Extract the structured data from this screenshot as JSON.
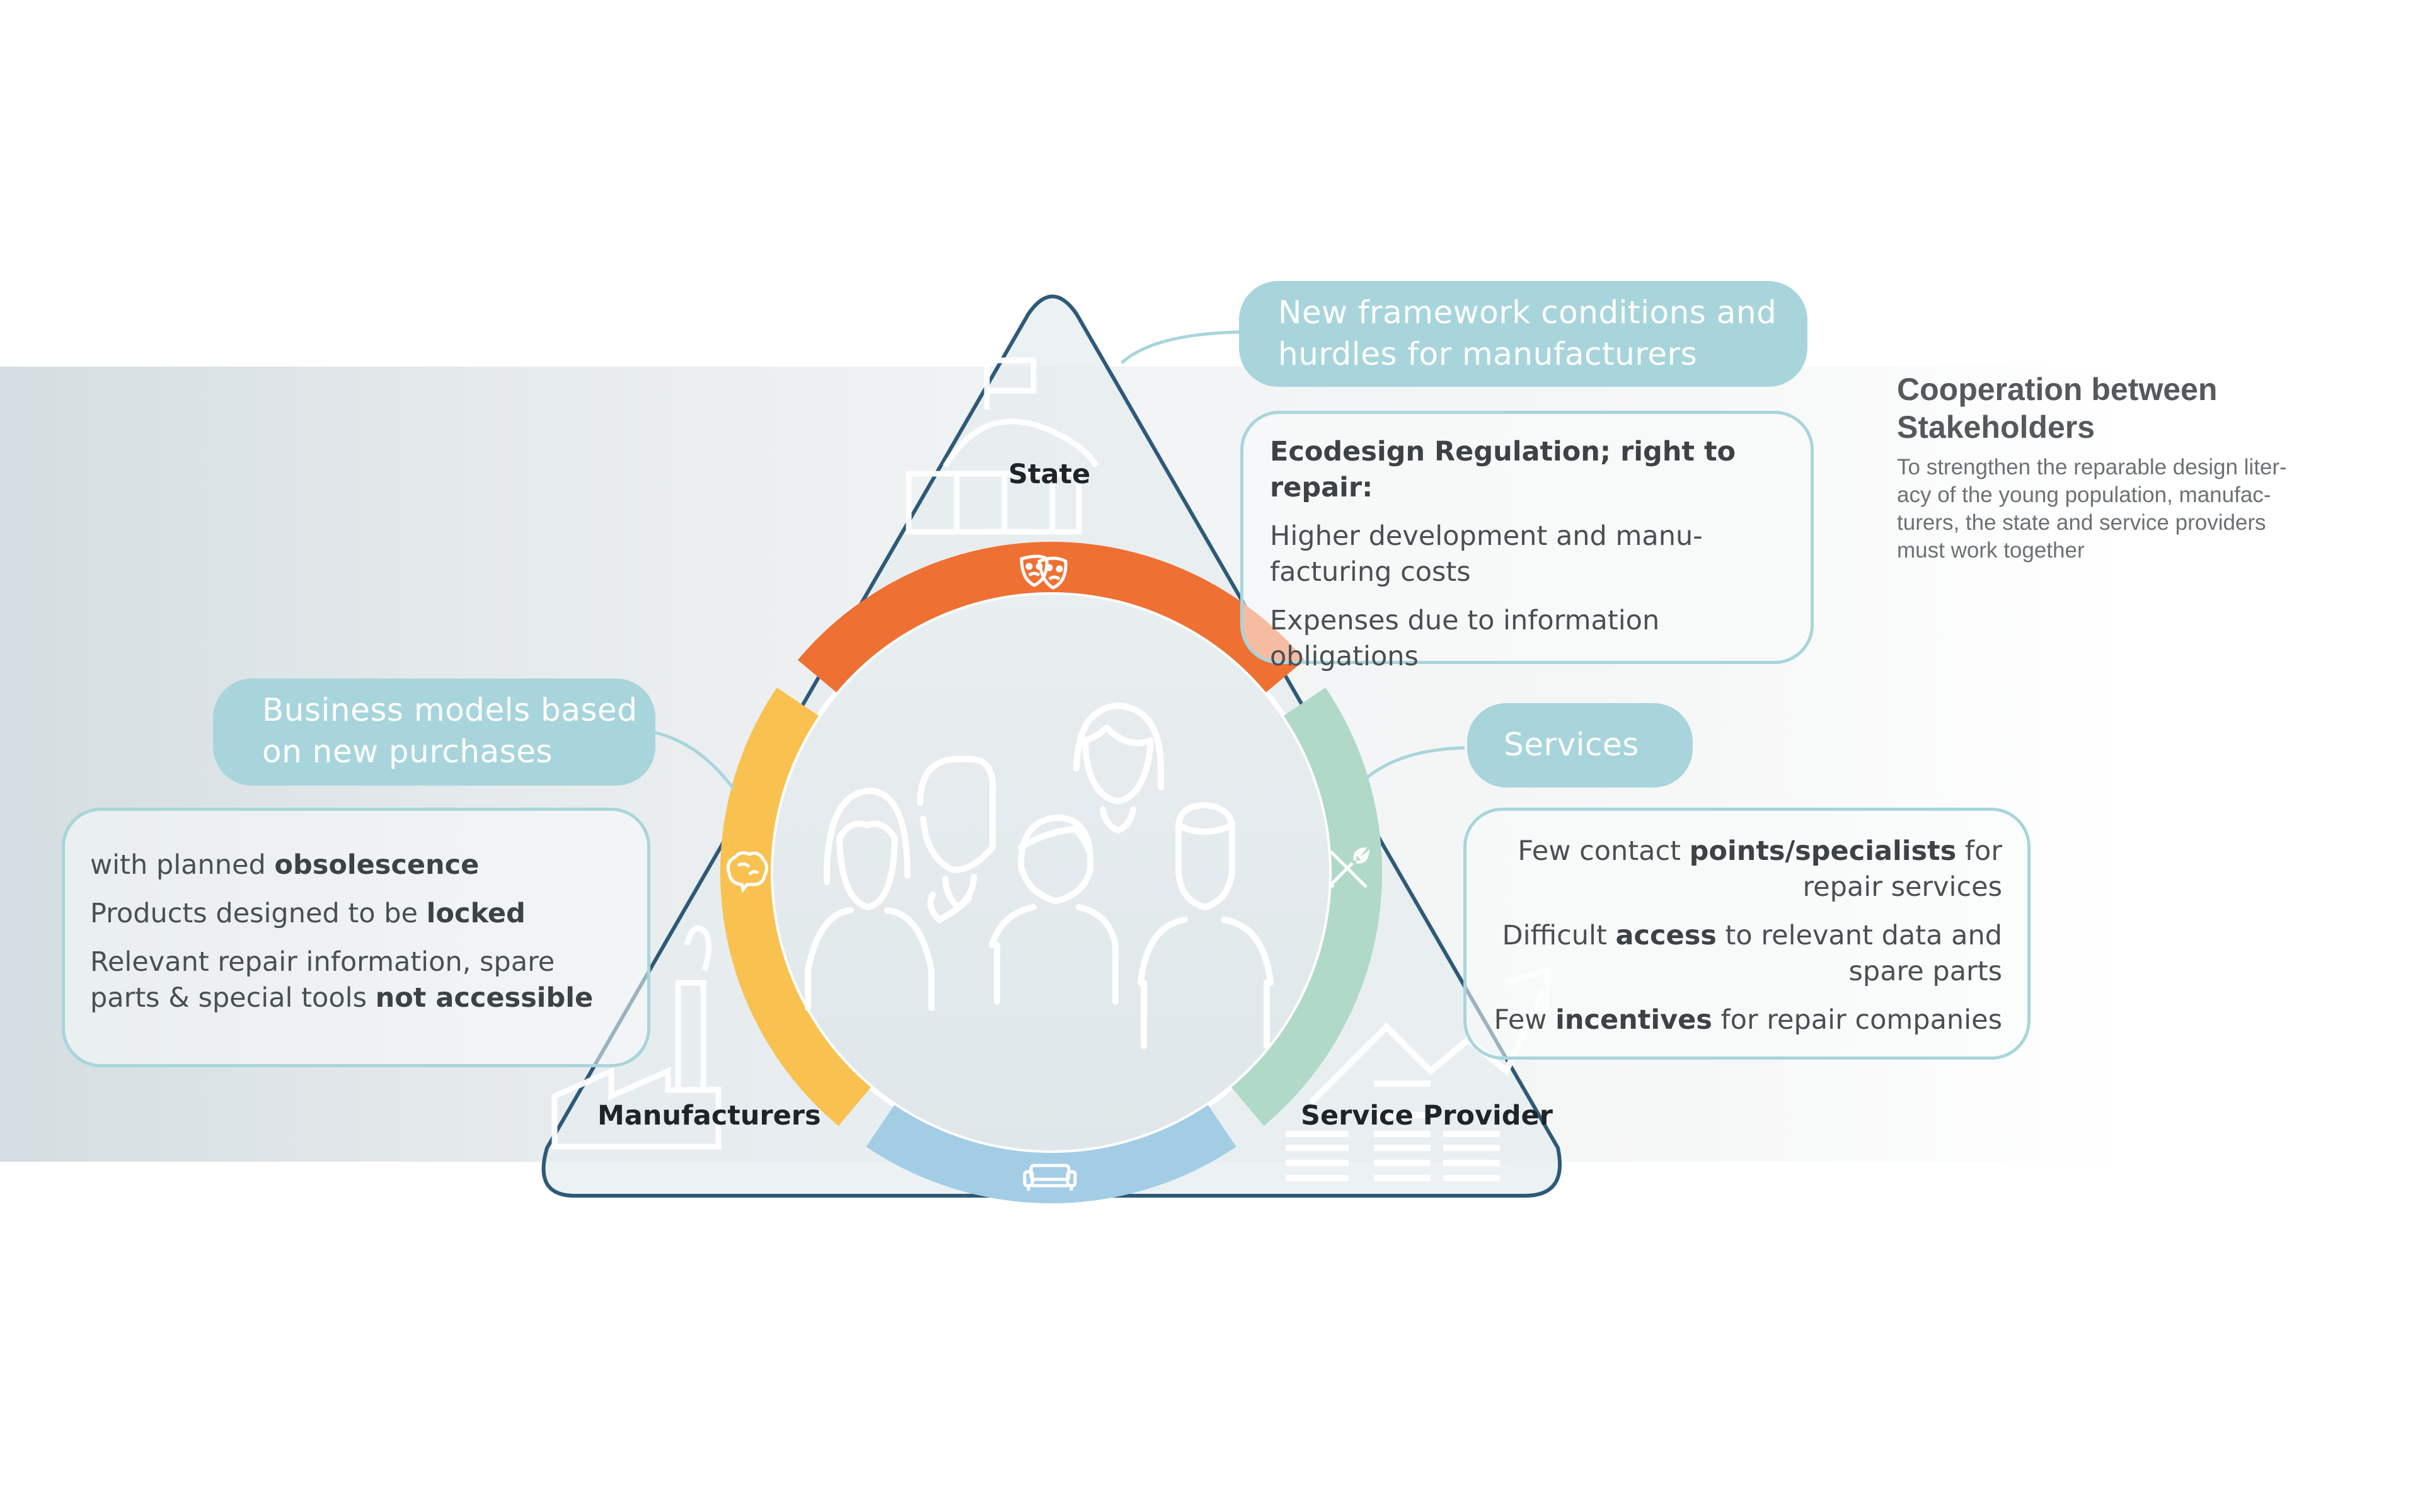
{
  "diagram": {
    "corners": {
      "state": "State",
      "manufacturers": "Manufacturers",
      "service_provider": "Service Provider"
    },
    "ring_segments": [
      {
        "id": "top",
        "color": "#ef7033",
        "icon": "theater-masks-icon"
      },
      {
        "id": "right",
        "color": "#b0d9c8",
        "icon": "wrench-screwdriver-icon"
      },
      {
        "id": "bottom",
        "color": "#a3cde5",
        "icon": "sofa-icon"
      },
      {
        "id": "left",
        "color": "#f9c150",
        "icon": "brain-icon"
      }
    ],
    "colors": {
      "triangle_stroke": "#2e5a78",
      "pill": "#a8d5db",
      "box_border": "#a8d5db"
    }
  },
  "state_pill": {
    "line1": "New framework conditions and",
    "line2": "hurdles for manufacturers"
  },
  "state_box": {
    "heading": "Ecodesign Regulation; right to repair:",
    "item1_line1": "Higher development and manu-",
    "item1_line2": "facturing costs",
    "item2_line1": "Expenses due to information",
    "item2_line2": "obligations"
  },
  "manufacturers_pill": {
    "line1": "Business models based",
    "line2": "on new purchases"
  },
  "manufacturers_box": {
    "item1_pre": "with planned ",
    "item1_bold": "obsolescence",
    "item2_pre": "Products designed to be ",
    "item2_bold": "locked",
    "item3_line1": "Relevant repair information, spare",
    "item3_line2_pre": "parts & special tools ",
    "item3_line2_bold": "not accessible"
  },
  "services_pill": {
    "label": "Services"
  },
  "services_box": {
    "item1_pre": "Few contact ",
    "item1_bold": "points/specialists",
    "item1_post": " for",
    "item1_line2": "repair services",
    "item2_pre": "Difficult ",
    "item2_bold": "access",
    "item2_post": " to relevant data and",
    "item2_line2": "spare parts",
    "item3_pre": "Few ",
    "item3_bold": "incentives",
    "item3_post": " for repair companies"
  },
  "info": {
    "title_line1": "Cooperation between",
    "title_line2": "Stakeholders",
    "body_line1": "To strengthen the reparable design liter-",
    "body_line2": "acy of the young population, manufac-",
    "body_line3": "turers, the state and service providers",
    "body_line4": "must work together"
  }
}
